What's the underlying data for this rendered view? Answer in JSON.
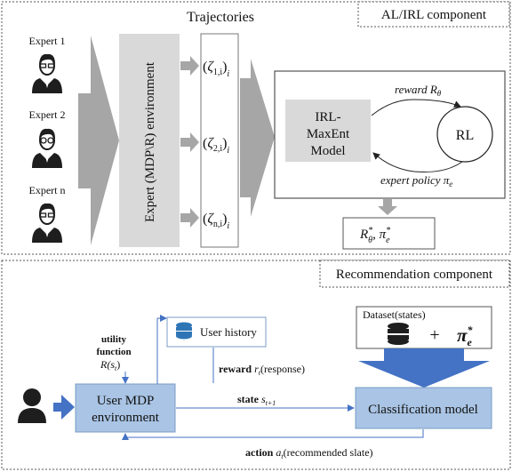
{
  "top_section": {
    "title": "Trajectories",
    "component_label": "AL/IRL component",
    "experts": [
      {
        "label": "Expert 1"
      },
      {
        "label": "Expert 2"
      },
      {
        "label": "Expert n"
      }
    ],
    "environment_label": "Expert (MDP\\R) environment",
    "trajectories": [
      {
        "sub": "1,i"
      },
      {
        "sub": "2,i"
      },
      {
        "sub": "n,i"
      }
    ],
    "trajectory_outer_sub": "i",
    "irl_model": {
      "line1": "IRL-",
      "line2": "MaxEnt",
      "line3": "Model"
    },
    "rl_label": "RL",
    "reward_label": "reward R",
    "reward_sub": "θ",
    "policy_label": "expert policy π",
    "policy_sub": "e",
    "output": {
      "r_base": "R",
      "r_sup": "*",
      "r_sub": "θ",
      "pi_base": "π",
      "pi_sup": "*",
      "pi_sub": "e"
    }
  },
  "bottom_section": {
    "component_label": "Recommendation component",
    "utility_label_line1": "utility",
    "utility_label_line2": "function",
    "utility_value": "R(s",
    "utility_sub": "t",
    "user_history_label": "User history",
    "user_mdp_line1": "User MDP",
    "user_mdp_line2": "environment",
    "reward_prefix": "reward",
    "reward_value": "r",
    "reward_sub": "t",
    "reward_suffix": "(response)",
    "state_prefix": "state",
    "state_value": "s",
    "state_sub": "t+1",
    "dataset_label": "Dataset(states)",
    "plus_label": "+",
    "pi_label": "π",
    "pi_sup": "*",
    "pi_sub": "e",
    "classification_label": "Classification model",
    "action_prefix": "action",
    "action_value": "a",
    "action_sub": "t",
    "action_suffix": "(recommended slate)"
  },
  "colors": {
    "gray_block": "#d9d9d9",
    "gray_arrow": "#a6a6a6",
    "blue_box": "#a9c4e4",
    "blue_border": "#7a9cc6",
    "blue_arrow": "#4472c4",
    "db_blue": "#2e75b6",
    "dark": "#1e1e1e"
  }
}
